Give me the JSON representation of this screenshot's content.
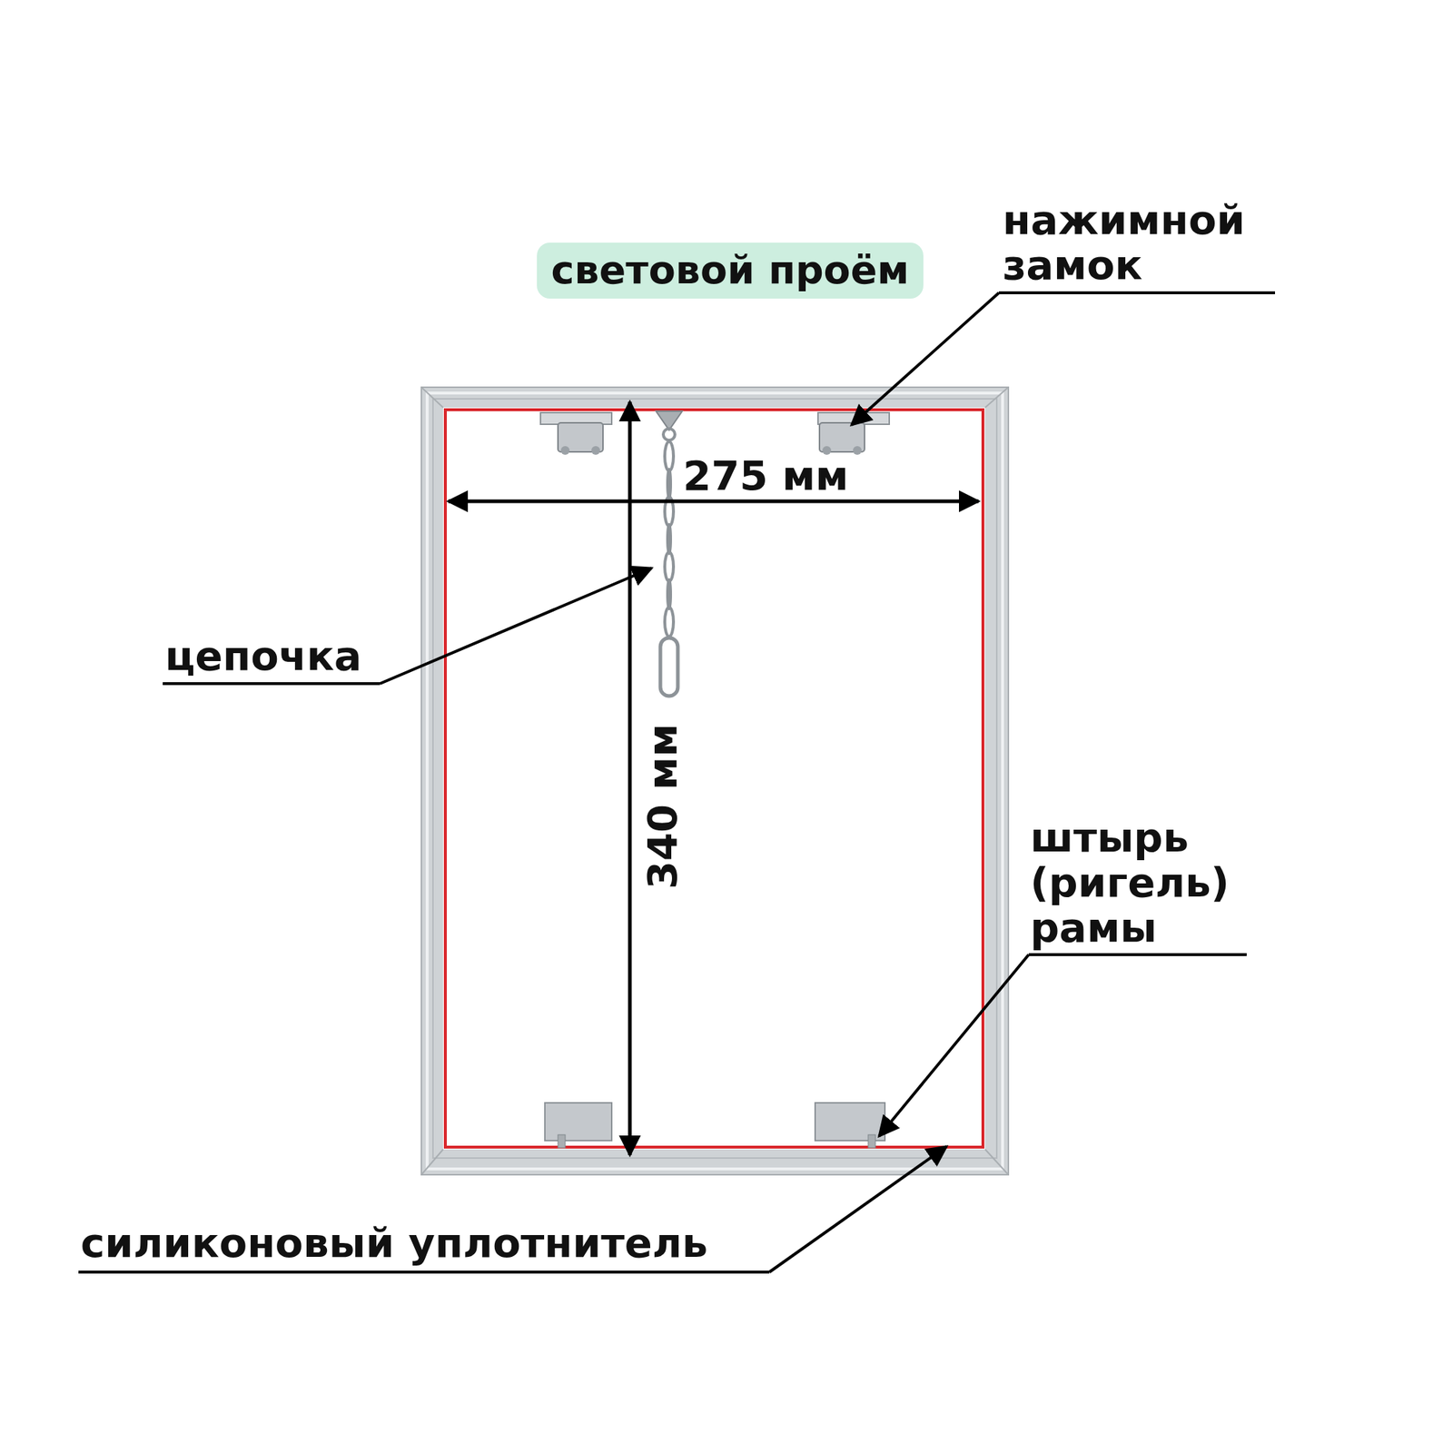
{
  "diagram": {
    "nodes": [
      {
        "text": [
          "световой проём"
        ]
      }
    ],
    "labels": [
      "нажимной замок",
      "275 мм",
      "цепочка",
      "340 мм",
      "штырь (ригель) рамы",
      "силиконовый уплотнитель"
    ]
  }
}
